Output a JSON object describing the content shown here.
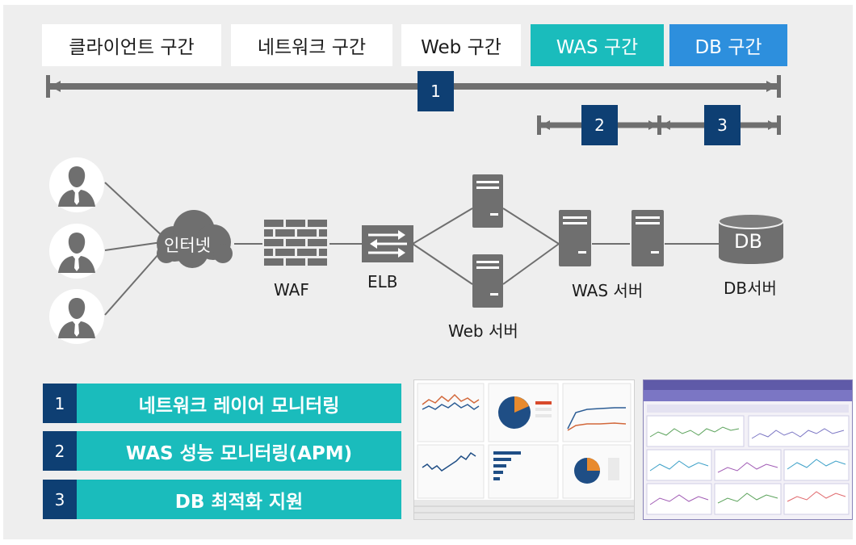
{
  "sections": {
    "client": "클라이언트 구간",
    "network": "네트워크 구간",
    "web": "Web 구간",
    "was": "WAS 구간",
    "db": "DB 구간"
  },
  "ranges": {
    "r1": "1",
    "r2": "2",
    "r3": "3"
  },
  "nodes": {
    "internet": "인터넷",
    "waf": "WAF",
    "elb": "ELB",
    "web_server": "Web 서버",
    "was_server": "WAS 서버",
    "db_icon": "DB",
    "db_server": "DB서버"
  },
  "legend": [
    {
      "num": "1",
      "text": "네트워크 레이어 모니터링"
    },
    {
      "num": "2",
      "text": "WAS 성능 모니터링(APM)"
    },
    {
      "num": "3",
      "text": "DB 최적화 지원"
    }
  ],
  "colors": {
    "navy": "#0e3f73",
    "teal": "#1abcbc",
    "blue": "#2d8fdd",
    "icon_gray": "#6f6f6f",
    "background": "#eeeeee"
  }
}
